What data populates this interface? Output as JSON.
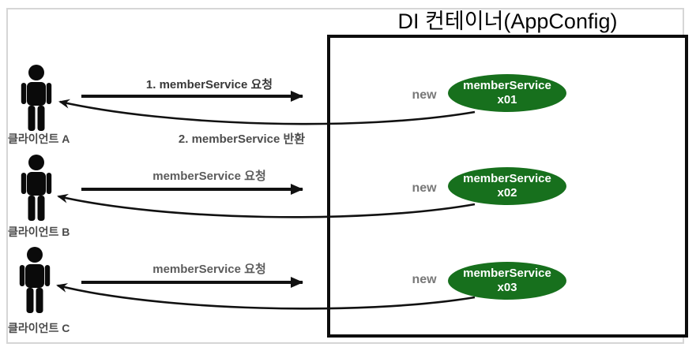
{
  "title": "DI 컨테이너(AppConfig)",
  "colors": {
    "ellipse_green": "#17701d",
    "ellipse_text": "#ffffff",
    "arrow_black": "#111111",
    "request_label_first": "#383838",
    "request_label_gray": "#5c5c5c",
    "return_label_gray": "#4d4d4d",
    "new_gray": "#787878",
    "frame_gray": "#d6d6d6",
    "box_black": "#0d0d0d"
  },
  "rows": [
    {
      "client_label": "클라이언트 A",
      "request_label": "1. memberService 요청",
      "return_label": "2. memberService 반환",
      "new_label": "new",
      "service_name": "memberService",
      "instance_id": "x01"
    },
    {
      "client_label": "클라이언트 B",
      "request_label": "memberService 요청",
      "new_label": "new",
      "service_name": "memberService",
      "instance_id": "x02"
    },
    {
      "client_label": "클라이언트 C",
      "request_label": "memberService 요청",
      "new_label": "new",
      "service_name": "memberService",
      "instance_id": "x03"
    }
  ]
}
